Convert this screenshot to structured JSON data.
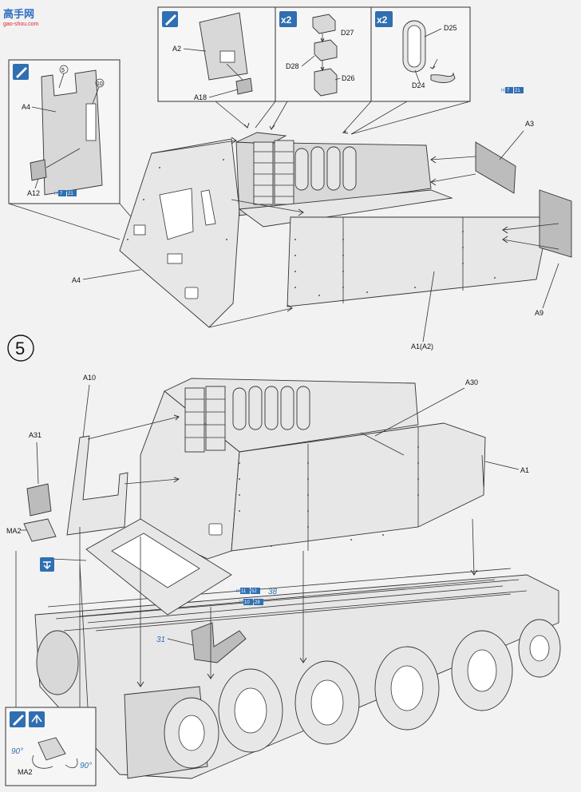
{
  "watermark": {
    "brand": "高手网",
    "url": "gao-shou.com"
  },
  "step": {
    "number": "5"
  },
  "quantity_badge": "x2",
  "labels": {
    "a2": "A2",
    "a18": "A18",
    "d27": "D27",
    "d28": "D28",
    "d26": "D26",
    "d25": "D25",
    "d24": "D24",
    "a4_inset": "A4",
    "a12": "A12",
    "inset_num_5": "5",
    "inset_num_10": "10",
    "a3": "A3",
    "a4": "A4",
    "a9": "A9",
    "a1a2": "A1(A2)",
    "a10": "A10",
    "a31": "A31",
    "ma2": "MA2",
    "a30": "A30",
    "a1": "A1",
    "num_38": "38",
    "num_31": "31",
    "ma2_bottom": "MA2",
    "deg_left": "90°",
    "deg_right": "90°"
  },
  "refs": {
    "ref_a12": {
      "prefix": "H",
      "page": "7",
      "num": "21"
    },
    "ref_a3": {
      "prefix": "H",
      "page": "7",
      "num": "21"
    },
    "ref_38a": {
      "prefix": "H",
      "page": "11",
      "num": "52"
    },
    "ref_38b": {
      "prefix": "H",
      "page": "10",
      "num": "28"
    }
  },
  "icons": [
    "glue-brush-icon",
    "multiply-quantity-icon",
    "flip-over-icon",
    "rotate-view-icon"
  ],
  "colors": {
    "accent_blue": "#2f6fb2",
    "part_fill": "#d9d8d8",
    "line": "#333333"
  }
}
